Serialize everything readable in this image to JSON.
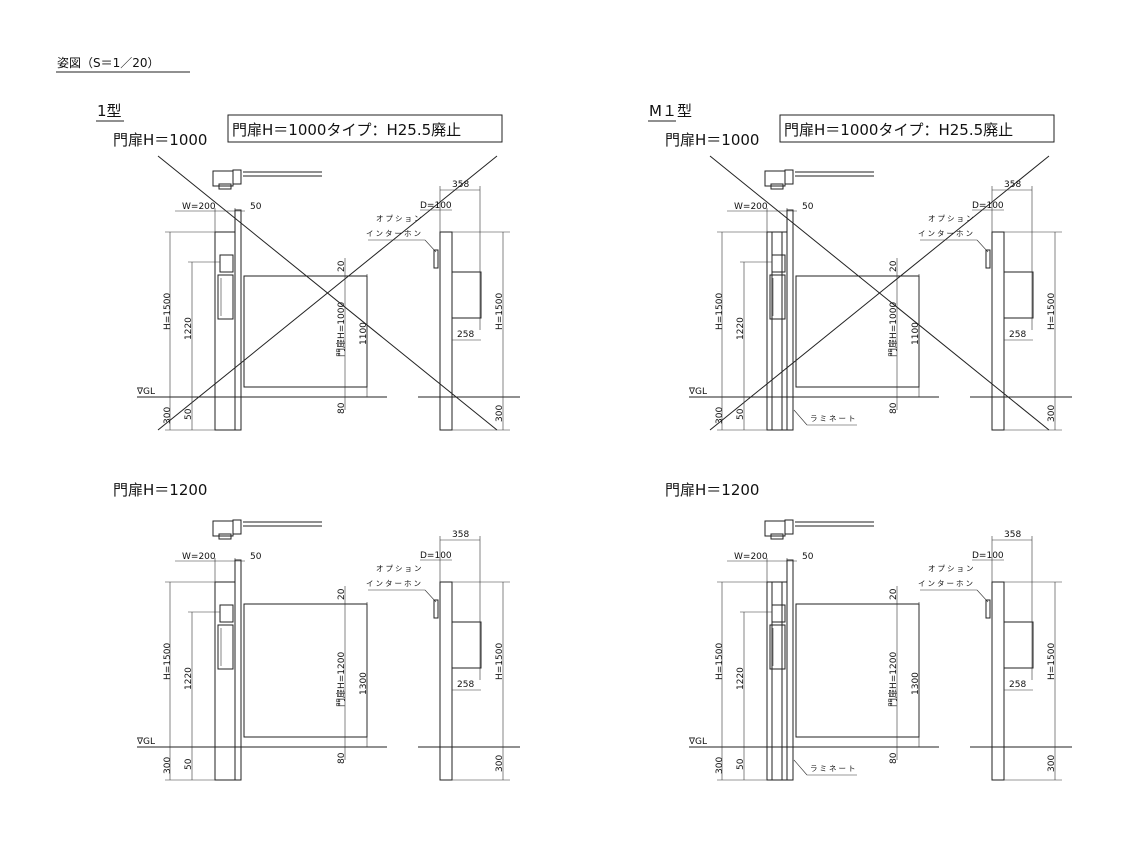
{
  "sheet_title": "姿図（S＝1／20）",
  "notice": "門扉H＝1000タイプ：H25.5廃止",
  "panels": [
    {
      "type_label": "1型",
      "gate_height_label": "門扉H＝1000",
      "gate_dim": "門扉H=1000",
      "total_dim": "1100",
      "laminate": false,
      "crossed": true,
      "gate_mm": 1000
    },
    {
      "type_label": "M１型",
      "gate_height_label": "門扉H＝1000",
      "gate_dim": "門扉H=1000",
      "total_dim": "1100",
      "laminate": true,
      "crossed": true,
      "gate_mm": 1000
    },
    {
      "type_label": "",
      "gate_height_label": "門扉H＝1200",
      "gate_dim": "門扉H=1200",
      "total_dim": "1300",
      "laminate": false,
      "crossed": false,
      "gate_mm": 1200
    },
    {
      "type_label": "",
      "gate_height_label": "門扉H＝1200",
      "gate_dim": "門扉H=1200",
      "total_dim": "1300",
      "laminate": true,
      "crossed": false,
      "gate_mm": 1200
    }
  ],
  "dims": {
    "post_width": "W=200",
    "gap": "50",
    "post_height": "H=1500",
    "intercom_height": "1220",
    "below_gl": "300",
    "base": "50",
    "top_gap": "20",
    "bottom_gap": "80",
    "depth": "D=100",
    "mailbox_overall": "358",
    "mailbox_depth": "258",
    "side_height": "H=1500",
    "ground_level": "∇GL",
    "option_line1": "オプション",
    "option_line2": "インターホン",
    "laminate_label": "ラミネート"
  }
}
